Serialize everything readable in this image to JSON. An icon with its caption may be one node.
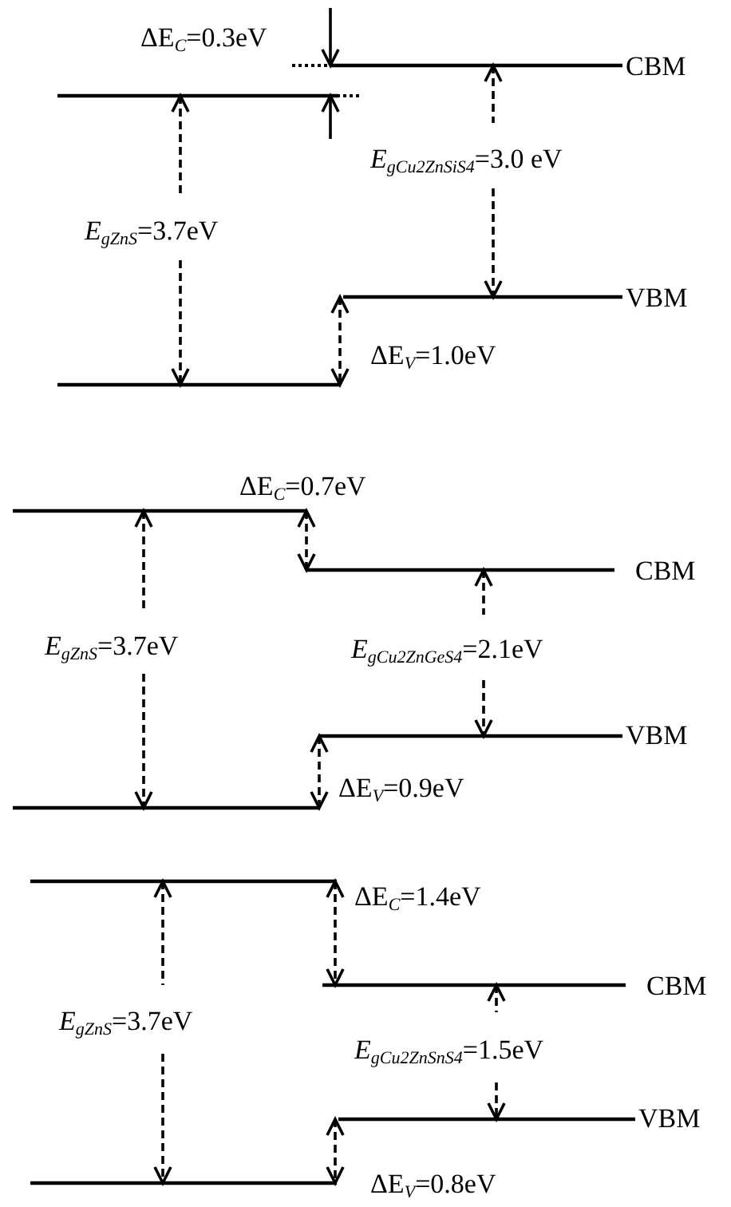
{
  "diagram": {
    "labels": [
      "ΔE$_{C}$=0.3eV",
      "CBM",
      "*E*$_{gCu2ZnSiS4}$=3.0 eV",
      "*E*$_{gZnS}$=3.7eV",
      "VBM",
      "ΔE$_{V}$=1.0eV",
      "ΔE$_{C}$=0.7eV",
      "CBM",
      "*E*$_{gZnS}$=3.7eV",
      "*E*$_{gCu2ZnGeS4}$=2.1eV",
      "VBM",
      "ΔE$_{V}$=0.9eV",
      "ΔE$_{C}$=1.4eV",
      "CBM",
      "*E*$_{gZnS}$=3.7eV",
      "*E*$_{gCu2ZnSnS4}$=1.5eV",
      "VBM",
      "ΔE$_{V}$=0.8eV"
    ]
  }
}
